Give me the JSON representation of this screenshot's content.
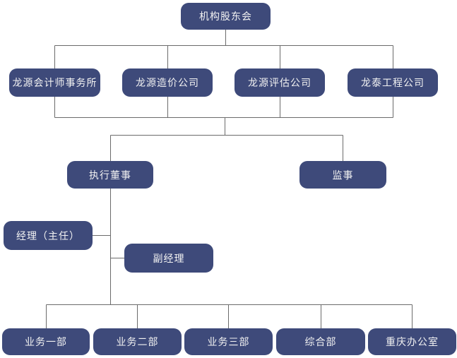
{
  "diagram": {
    "type": "org-chart",
    "root": {
      "label": "机构股东会"
    },
    "subsidiaries": [
      {
        "label": "龙源会计师事务所"
      },
      {
        "label": "龙源造价公司"
      },
      {
        "label": "龙源评估公司"
      },
      {
        "label": "龙泰工程公司"
      }
    ],
    "governance": [
      {
        "label": "执行董事"
      },
      {
        "label": "监事"
      }
    ],
    "management": [
      {
        "label": "经理（主任）"
      },
      {
        "label": "副经理"
      }
    ],
    "departments": [
      {
        "label": "业务一部"
      },
      {
        "label": "业务二部"
      },
      {
        "label": "业务三部"
      },
      {
        "label": "综合部"
      },
      {
        "label": "重庆办公室"
      }
    ]
  },
  "colors": {
    "node_fill": "#3e4a7a",
    "node_text": "#f2f2f2",
    "connector_line": "#6b6b6b",
    "background": "#ffffff"
  }
}
